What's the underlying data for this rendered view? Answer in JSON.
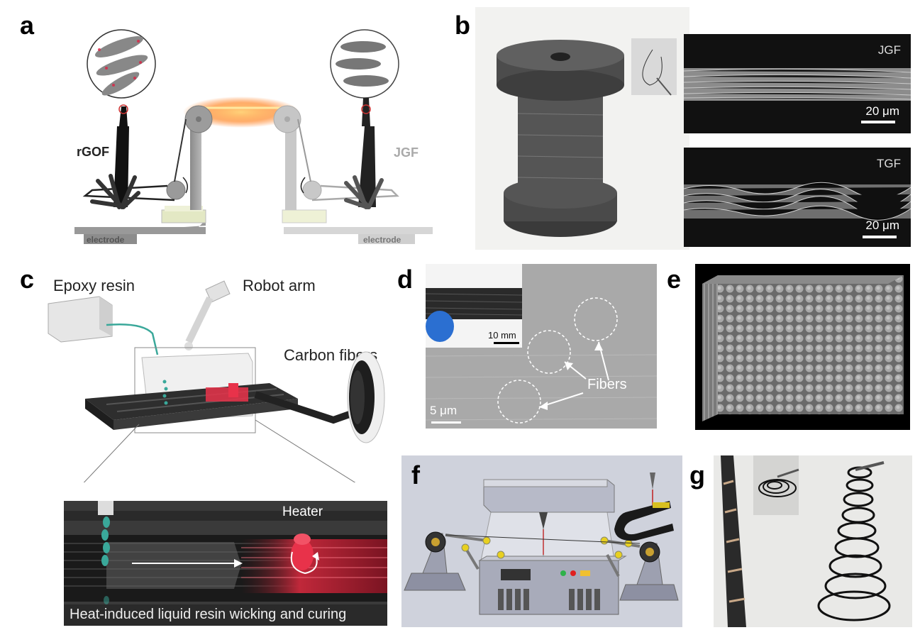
{
  "panels": {
    "a": {
      "letter": "a",
      "left_fiber": "rGOF",
      "right_fiber": "JGF",
      "left_electrode": "electrode",
      "right_electrode": "electrode"
    },
    "b": {
      "letter": "b",
      "sem_top_label": "JGF",
      "sem_top_scale": "20 μm",
      "sem_bottom_label": "TGF",
      "sem_bottom_scale": "20 μm"
    },
    "c": {
      "letter": "c",
      "epoxy": "Epoxy resin",
      "robot": "Robot arm",
      "fibers": "Carbon fibers",
      "heater": "Heater",
      "caption": "Heat-induced liquid resin wicking and curing"
    },
    "d": {
      "letter": "d",
      "inset_scale": "10 mm",
      "fibers": "Fibers",
      "scale": "5 μm"
    },
    "e": {
      "letter": "e"
    },
    "f": {
      "letter": "f"
    },
    "g": {
      "letter": "g"
    }
  },
  "colors": {
    "heater_red": "#e8324a",
    "resin_teal": "#3aa89a",
    "dark_bg": "#111111",
    "glow": "#ff9a3c"
  }
}
